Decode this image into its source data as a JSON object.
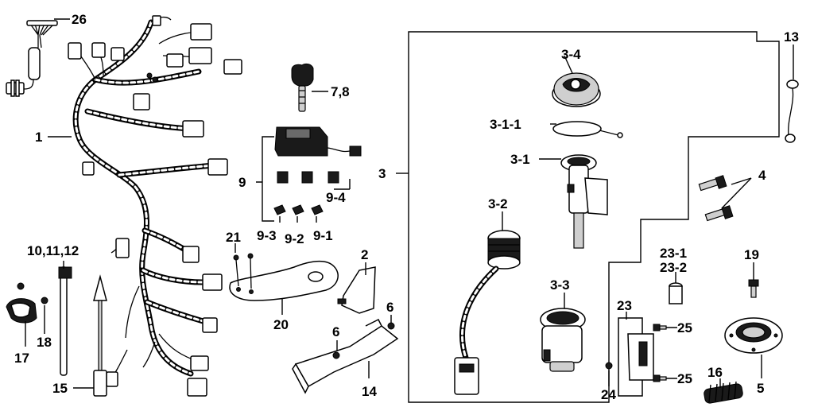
{
  "labels": {
    "p1": "1",
    "p2": "2",
    "p3": "3",
    "p3_1": "3-1",
    "p3_1_1": "3-1-1",
    "p3_2": "3-2",
    "p3_3": "3-3",
    "p3_4": "3-4",
    "p4": "4",
    "p5": "5",
    "p6a": "6",
    "p6b": "6",
    "p7_8": "7,8",
    "p9": "9",
    "p9_1": "9-1",
    "p9_2": "9-2",
    "p9_3": "9-3",
    "p9_4": "9-4",
    "p10_11_12": "10,11,12",
    "p13": "13",
    "p14": "14",
    "p15": "15",
    "p16": "16",
    "p17": "17",
    "p18": "18",
    "p19": "19",
    "p20": "20",
    "p21": "21",
    "p23": "23",
    "p23_1": "23-1",
    "p23_2": "23-2",
    "p24": "24",
    "p25a": "25",
    "p25b": "25",
    "p26": "26"
  }
}
